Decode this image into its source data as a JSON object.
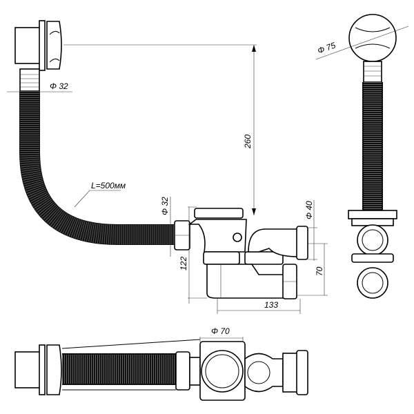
{
  "title": "Bath overflow-drain siphon technical drawing",
  "dimensions": {
    "overflow_pipe_diameter": "Φ 32",
    "hose_length": "L=500мм",
    "height": "260",
    "outlet_diameter_left": "Φ 32",
    "siphon_height": "122",
    "outlet_diameter_right": "Φ 40",
    "outlet_height": "70",
    "siphon_length": "133",
    "overflow_cap_diameter": "Φ 75",
    "drain_diameter": "Φ 70"
  },
  "colors": {
    "line": "#000000",
    "hose": "#111111",
    "background": "#ffffff"
  }
}
